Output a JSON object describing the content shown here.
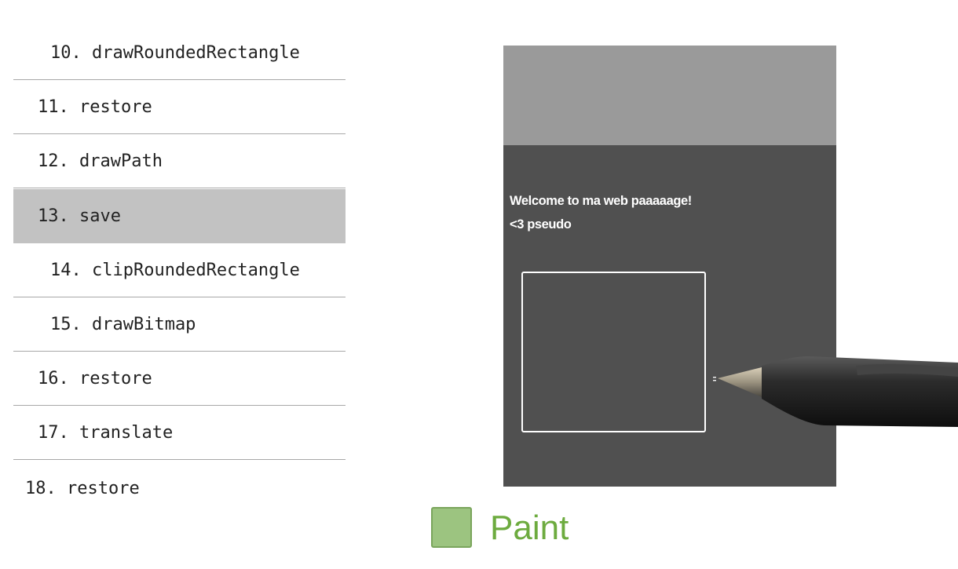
{
  "operations": [
    {
      "label": "10. drawRoundedRectangle"
    },
    {
      "label": "11. restore"
    },
    {
      "label": "12. drawPath"
    },
    {
      "label": "13. save"
    },
    {
      "label": "14. clipRoundedRectangle"
    },
    {
      "label": "15. drawBitmap"
    },
    {
      "label": "16. restore"
    },
    {
      "label": "17. translate"
    },
    {
      "label": "18. restore"
    }
  ],
  "highlighted_operation": "13. save",
  "screen": {
    "line1": "Welcome to ma web paaaaage!",
    "line2": "<3 pseudo"
  },
  "legend": {
    "label": "Paint",
    "color": "#9cc480",
    "text_color": "#6dab3f"
  },
  "icons": [
    "stylus-pen-icon"
  ]
}
